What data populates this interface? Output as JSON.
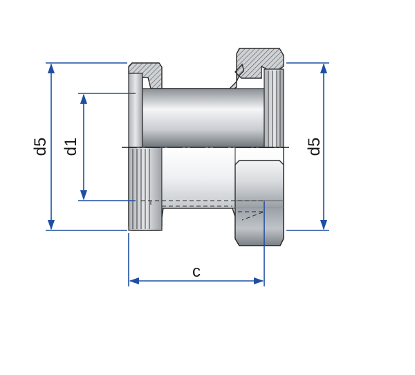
{
  "dimensions": {
    "left_outer": "d5",
    "inner": "d1",
    "right_outer": "d5",
    "length": "c"
  },
  "colors": {
    "dimension_line": "#1e4fa3",
    "outline": "#2a2a2a",
    "metal_light": "#e9ecef",
    "metal_mid": "#b7bcc2",
    "metal_dark": "#6c7178",
    "hatch": "#555a60"
  }
}
